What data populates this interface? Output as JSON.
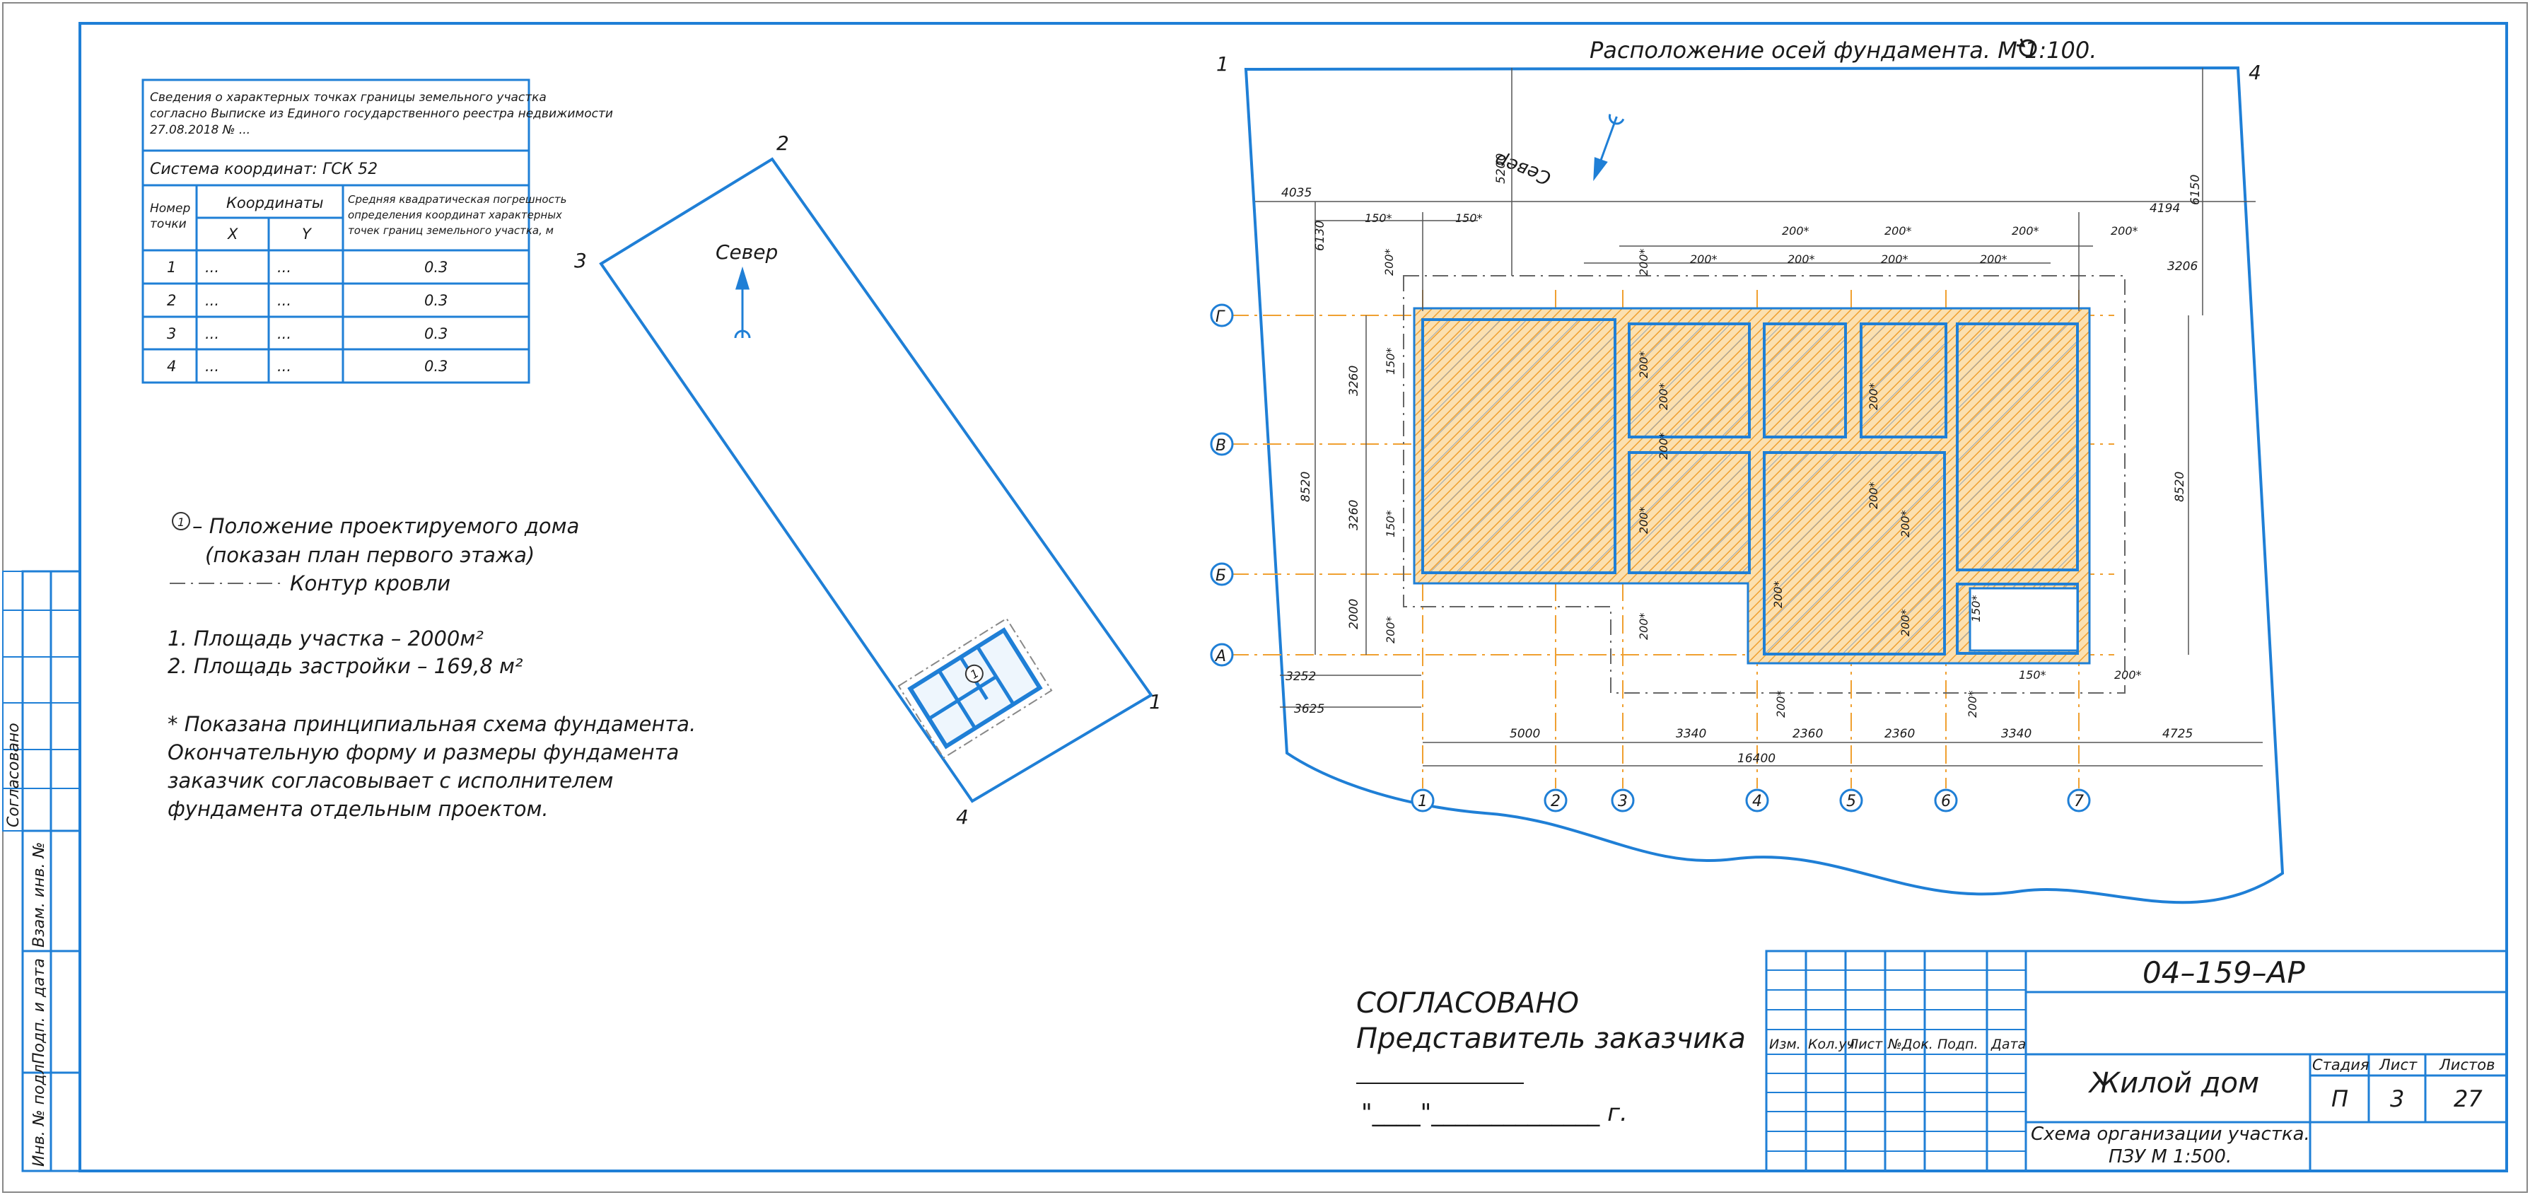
{
  "colors": {
    "blue": "#1f7fd6",
    "orange": "#f0a030",
    "hatch": "#9aa7b3",
    "ink": "#1a1a1a"
  },
  "coord_table": {
    "title_lines": [
      "Сведения о характерных точках границы земельного участка",
      "согласно Выписке из Единого государственного реестра недвижимости",
      "27.08.2018 № ..."
    ],
    "system": "Система координат: ГСК 52",
    "h_point_1": "Номер",
    "h_point_2": "точки",
    "h_coords": "Координаты",
    "h_x": "X",
    "h_y": "Y",
    "h_err_1": "Средняя квадратическая погрешность",
    "h_err_2": "определения координат характерных",
    "h_err_3": "точек границ земельного участка, м",
    "rows": [
      {
        "n": "1",
        "x": "...",
        "y": "...",
        "err": "0.3"
      },
      {
        "n": "2",
        "x": "...",
        "y": "...",
        "err": "0.3"
      },
      {
        "n": "3",
        "x": "...",
        "y": "...",
        "err": "0.3"
      },
      {
        "n": "4",
        "x": "...",
        "y": "...",
        "err": "0.3"
      }
    ]
  },
  "site": {
    "corners": [
      "1",
      "2",
      "3",
      "4"
    ],
    "north": "Север",
    "house_marker": "1"
  },
  "notes": {
    "legend_marker": "1",
    "legend_1": "– Положение проектируемого дома",
    "legend_2": "(показан план первого этажа)",
    "legend_3": "Контур кровли",
    "item_1": "1. Площадь участка – 2000м²",
    "item_2": "2. Площадь застройки – 169,8 м²",
    "star_1": "* Показана принципиальная схема фундамента.",
    "star_2": "Окончательную форму и размеры фундамента",
    "star_3": "заказчик согласовывает с исполнителем",
    "star_4": "фундамента отдельным проектом."
  },
  "plan": {
    "title": "Расположение осей фундамента. М 1:100.",
    "corners": [
      "1",
      "4"
    ],
    "north": "Север",
    "row_axes": [
      "Г",
      "В",
      "Б",
      "А"
    ],
    "col_axes": [
      "1",
      "2",
      "3",
      "4",
      "5",
      "6",
      "7"
    ],
    "dims": {
      "top_left_4035": "4035",
      "top_right_4194": "4194",
      "left_6130": "6130",
      "right_6150": "6150",
      "top_5200": "5200",
      "right_3206": "3206",
      "left_3260a": "3260",
      "left_3260b": "3260",
      "left_2000": "2000",
      "left_8520": "8520",
      "right_8520": "8520",
      "bottom_3252": "3252",
      "bottom_3625": "3625",
      "b_5000": "5000",
      "b_3340a": "3340",
      "b_2360a": "2360",
      "b_2360b": "2360",
      "b_3340b": "3340",
      "b_4725": "4725",
      "b_total": "16400",
      "s150": "150*",
      "s200": "200*"
    }
  },
  "approval": {
    "line_1": "СОГЛАСОВАНО",
    "line_2": "Представитель заказчика",
    "date_line": "\"____\"______________ г."
  },
  "stamp": {
    "code": "04–159–АР",
    "h_izm": "Изм.",
    "h_koluch": "Кол.уч",
    "h_list": "Лист",
    "h_ndok": "№Док.",
    "h_podp": "Подп.",
    "h_data": "Дата",
    "object": "Жилой дом",
    "h_stadia": "Стадия",
    "h_list2": "Лист",
    "h_listov": "Листов",
    "stadia": "П",
    "list": "3",
    "listov": "27",
    "sheet_name_1": "Схема организации участка.",
    "sheet_name_2": "ПЗУ М 1:500."
  },
  "side_stamp": {
    "soglasovano": "Согласовано",
    "vzam": "Взам. инв. №",
    "podp_data": "Подп. и дата",
    "inv": "Инв. № подл."
  }
}
